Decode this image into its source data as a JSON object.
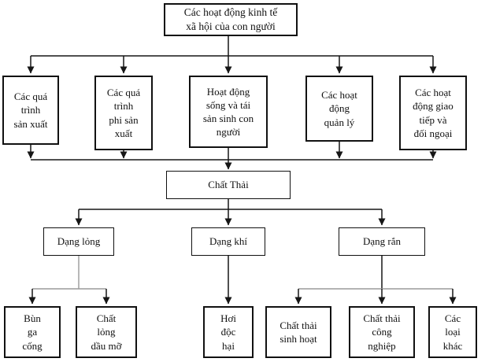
{
  "diagram": {
    "title_semantic": "Waste sources flowchart",
    "root": {
      "label": "Các hoạt động kinh tế\nxã hội của con người"
    },
    "level2": [
      {
        "label": "Các quá\ntrình\nsản xuất"
      },
      {
        "label": "Các quá\ntrình\nphi sản\nxuất"
      },
      {
        "label": "Hoạt động\nsống và tái\nsản sinh con\nngười"
      },
      {
        "label": "Các hoạt\nđộng\nquản lý"
      },
      {
        "label": "Các hoạt\nđộng giao\ntiếp và\nđối ngoại"
      }
    ],
    "waste": {
      "label": "Chất Thải"
    },
    "forms": [
      {
        "label": "Dạng lỏng"
      },
      {
        "label": "Dạng khí"
      },
      {
        "label": "Dạng rắn"
      }
    ],
    "leaves": [
      {
        "label": "Bùn\nga\ncống"
      },
      {
        "label": "Chất\nlỏng\ndầu mỡ"
      },
      {
        "label": "Hơi\nđộc\nhại"
      },
      {
        "label": "Chất thải\nsinh hoạt"
      },
      {
        "label": "Chất thải\ncông\nnghiệp"
      },
      {
        "label": "Các\nloại\nkhác"
      }
    ],
    "colors": {
      "line": "#161616",
      "line_gray": "#9a9a9a",
      "box_border": "#111111",
      "background": "#ffffff"
    }
  }
}
